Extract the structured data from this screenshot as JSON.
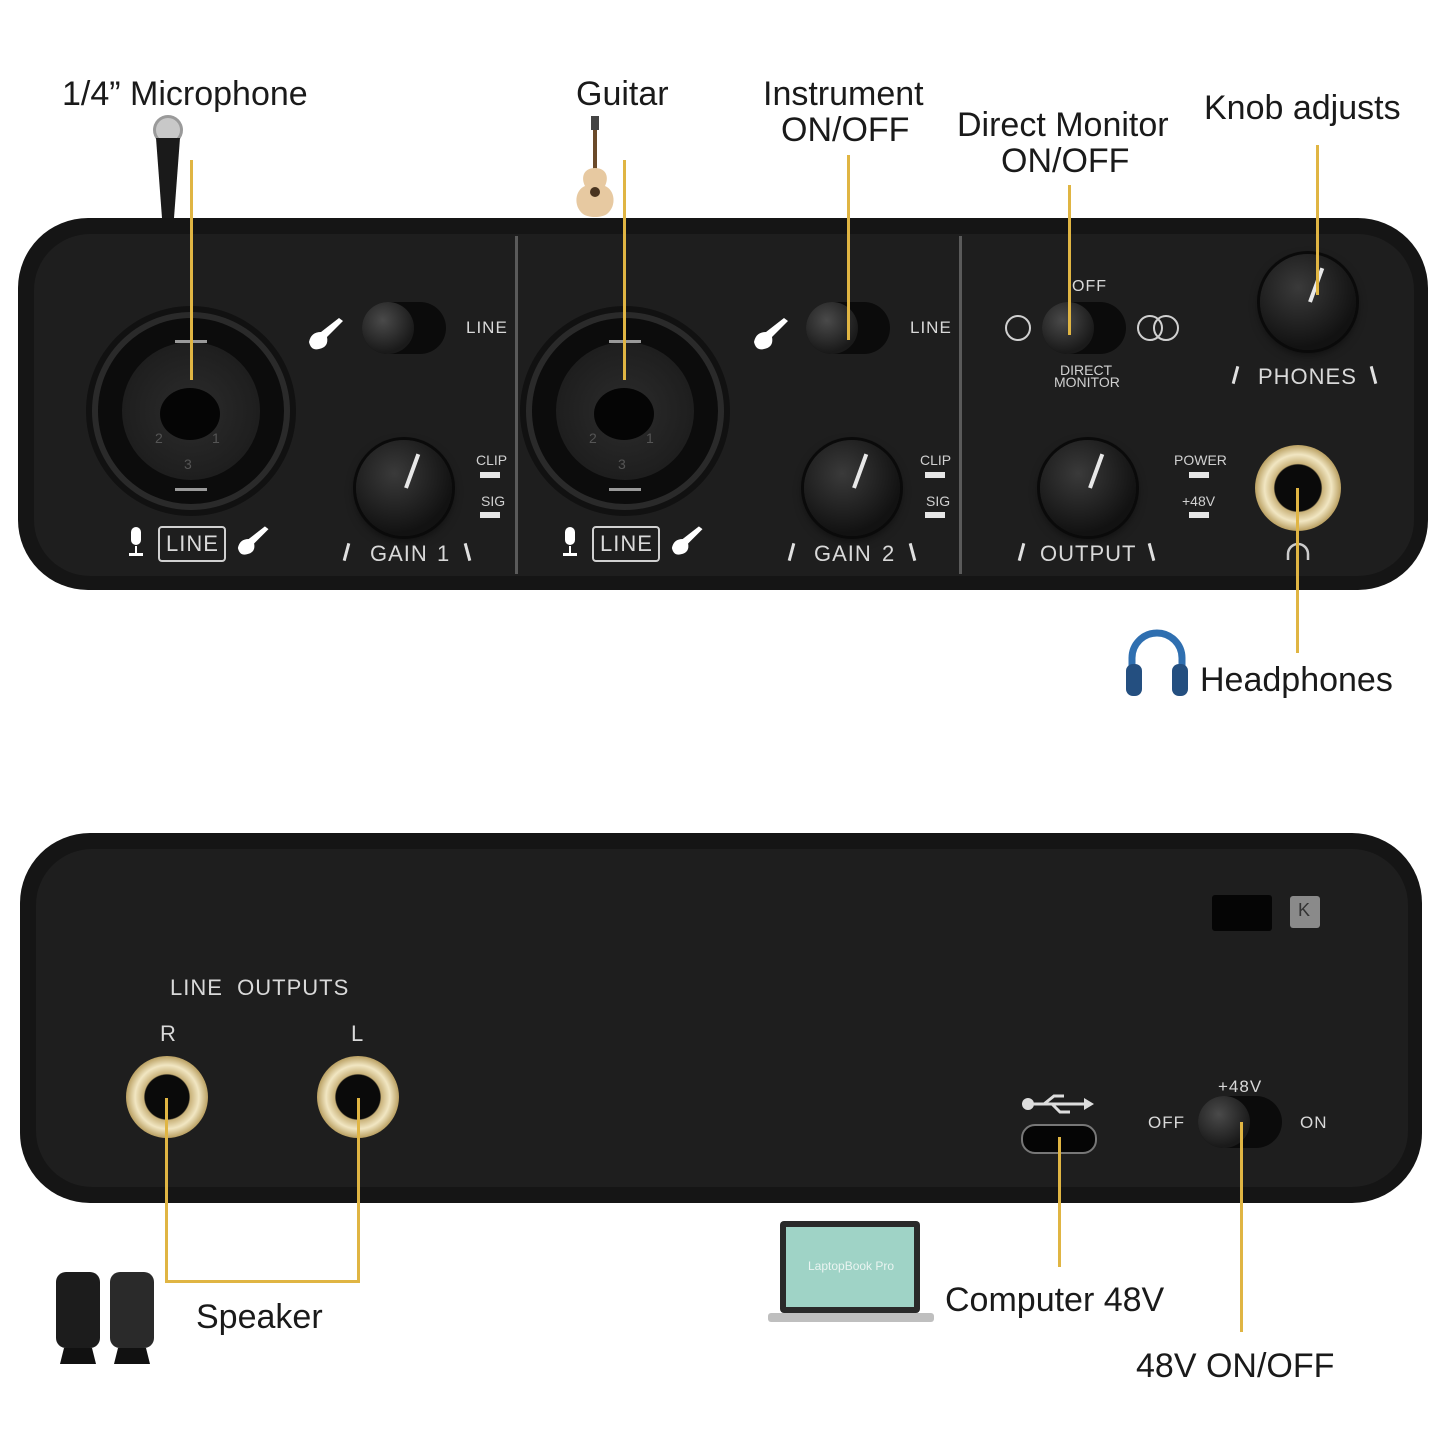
{
  "callouts": {
    "microphone": "1/4” Microphone",
    "guitar": "Guitar",
    "instrument_line1": "Instrument",
    "instrument_line2": "ON/OFF",
    "direct_monitor_line1": "Direct Monitor",
    "direct_monitor_line2": "ON/OFF",
    "knob_adjusts": "Knob adjusts",
    "headphones": "Headphones",
    "speaker": "Speaker",
    "computer": "Computer 48V",
    "phantom": "48V ON/OFF"
  },
  "front_panel": {
    "ch1": {
      "switch_label": "LINE",
      "combo_label": "LINE",
      "gain_label": "GAIN",
      "gain_num": "1",
      "clip": "CLIP",
      "sig": "SIG",
      "pins": [
        "2",
        "1",
        "3"
      ]
    },
    "ch2": {
      "switch_label": "LINE",
      "combo_label": "LINE",
      "gain_label": "GAIN",
      "gain_num": "2",
      "clip": "CLIP",
      "sig": "SIG",
      "pins": [
        "2",
        "1",
        "3"
      ]
    },
    "monitor": {
      "off_label": "OFF",
      "direct_monitor_line1": "DIRECT",
      "direct_monitor_line2": "MONITOR",
      "output_label": "OUTPUT",
      "power_label": "POWER",
      "phantom_label": "+48V",
      "phones_label": "PHONES"
    }
  },
  "back_panel": {
    "line_outputs": "LINE  OUTPUTS",
    "right": "R",
    "left": "L",
    "phantom_label": "+48V",
    "off": "OFF",
    "on": "ON",
    "kensington": "K"
  },
  "laptop_screen_text": "LaptopBook Pro",
  "icons": [
    "microphone-icon",
    "guitar-icon",
    "headphones-icon",
    "speaker-icon",
    "laptop-icon",
    "usb-icon",
    "lock-icon"
  ],
  "colors": {
    "panel": "#151515",
    "callout_line": "#e0b543",
    "jack_gold": "#d9c48e",
    "headphones_blue": "#2f6fb0",
    "laptop_screen": "#9fd3c6"
  }
}
